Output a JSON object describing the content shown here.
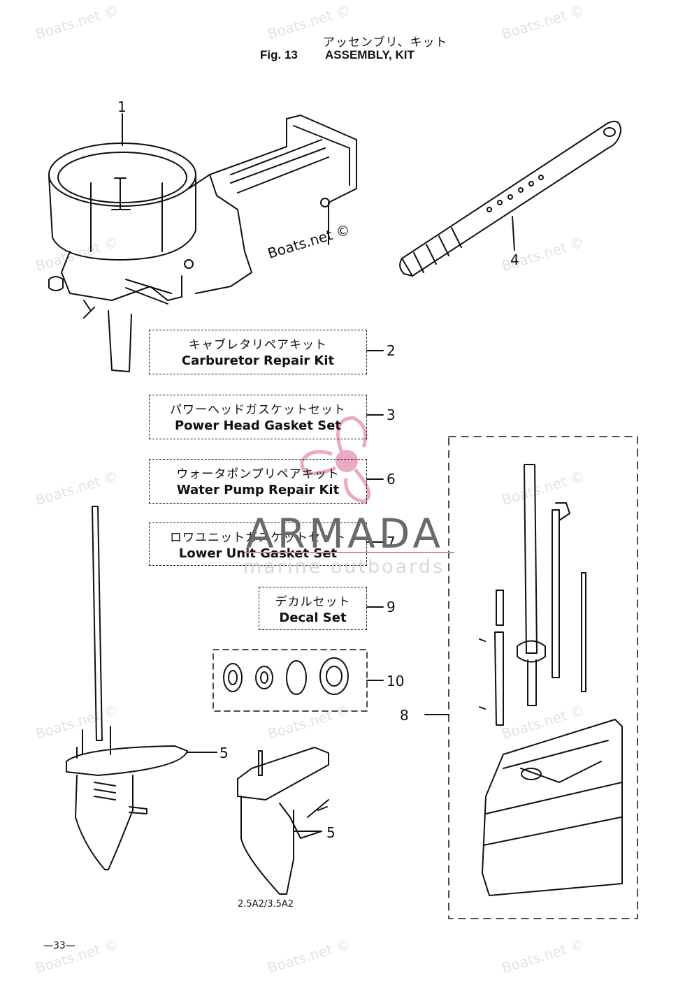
{
  "header": {
    "title_jp": "アッセンブリ、キット",
    "fig_label": "Fig. 13",
    "title_en": "ASSEMBLY, KIT"
  },
  "kits": [
    {
      "jp": "キャブレタリペアキット",
      "en": "Carburetor Repair Kit",
      "ref": "2"
    },
    {
      "jp": "パワーヘッドガスケットセット",
      "en": "Power Head Gasket Set",
      "ref": "3"
    },
    {
      "jp": "ウォータポンプリペアキット",
      "en": "Water Pump Repair Kit",
      "ref": "6"
    },
    {
      "jp": "ロワユニットガスケットセット",
      "en": "Lower Unit Gasket Set",
      "ref": "7"
    },
    {
      "jp": "デカルセット",
      "en": "Decal Set",
      "ref": "9"
    }
  ],
  "callouts": {
    "c1": "1",
    "c4": "4",
    "c10": "10",
    "c8": "8",
    "c5a": "5",
    "c5b": "5"
  },
  "model_label": "2.5A2/3.5A2",
  "page_number": "—33—",
  "watermarks": {
    "site": "Boats.net ©",
    "brand": "ARMADA",
    "brand_sub": "marine outboards"
  },
  "colors": {
    "logo_pink": "#e58db0",
    "line": "#111111"
  }
}
